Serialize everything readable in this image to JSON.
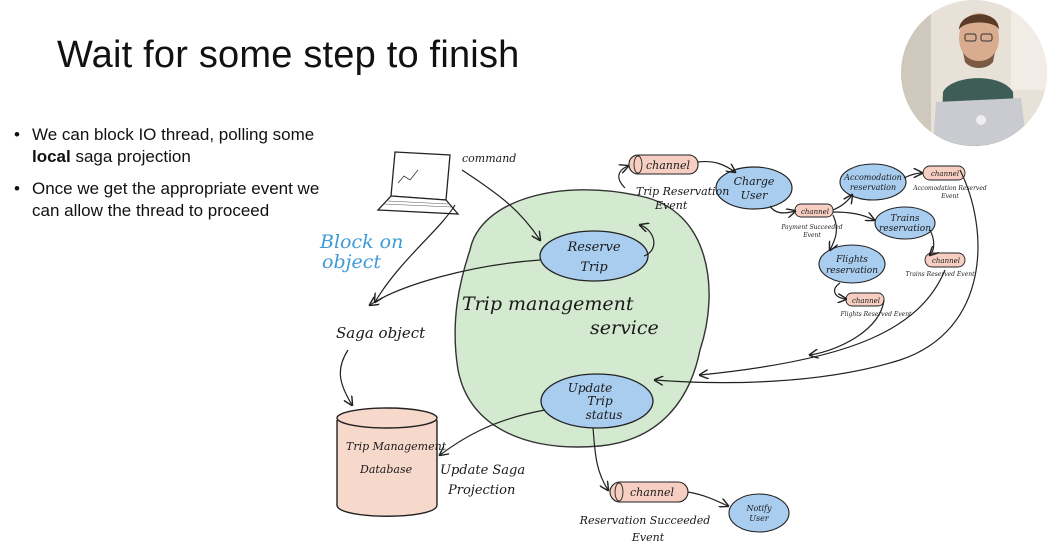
{
  "slide": {
    "title": "Wait for some step to finish",
    "bullets": [
      {
        "pre": "We can block IO thread, polling some ",
        "bold": "local",
        "post": " saga projection"
      },
      {
        "pre": "Once we get the appropriate event we can allow the thread to proceed",
        "bold": "",
        "post": ""
      }
    ]
  },
  "diagram": {
    "command": "command",
    "block_on": "Block on",
    "object": "object",
    "saga_object": "Saga object",
    "db_line1": "Trip Management",
    "db_line2": "Database",
    "service_line1": "Trip management",
    "service_line2": "service",
    "reserve_1": "Reserve",
    "reserve_2": "Trip",
    "update_1": "Update",
    "update_2": "Trip",
    "update_3": "status",
    "update_saga_1": "Update Saga",
    "update_saga_2": "Projection",
    "channel": "channel",
    "trip_event_1": "Trip Reservation",
    "trip_event_2": "Event",
    "charge_1": "Charge",
    "charge_2": "User",
    "payment_event_1": "Payment Succeeded",
    "payment_event_2": "Event",
    "accom_1": "Accomodation",
    "accom_2": "reservation",
    "accom_event_1": "Accomodation Reserved",
    "accom_event_2": "Event",
    "trains_1": "Trains",
    "trains_2": "reservation",
    "trains_event": "Trains Reserved Event",
    "flights_1": "Flights",
    "flights_2": "reservation",
    "flights_event": "Flights Reserved Event",
    "res_event_1": "Reservation Succeeded",
    "res_event_2": "Event",
    "notify_1": "Notify",
    "notify_2": "User"
  },
  "colors": {
    "service_fill": "#d4ead0",
    "node_fill": "#a9cdef",
    "channel_fill": "#f6cfc2",
    "db_fill": "#f7d9cb",
    "block_on_text": "#3f9ad6"
  }
}
